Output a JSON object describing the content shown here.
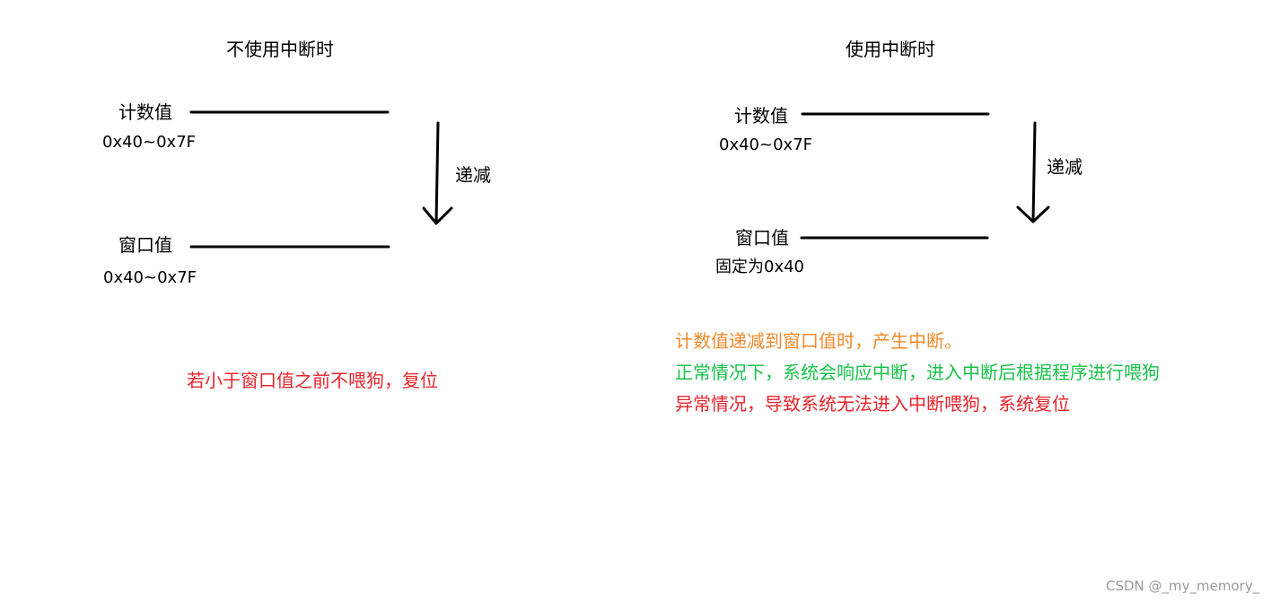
{
  "left": {
    "title": "不使用中断时",
    "counter_label": "计数值",
    "counter_value": "0x40~0x7F",
    "arrow_label": "递减",
    "window_label": "窗口值",
    "window_value": "0x40~0x7F",
    "note": "若小于窗口值之前不喂狗，复位",
    "note_color": "#e8242c"
  },
  "right": {
    "title": "使用中断时",
    "counter_label": "计数值",
    "counter_value": "0x40~0x7F",
    "arrow_label": "递减",
    "window_label": "窗口值",
    "window_value": "固定为0x40",
    "notes": [
      {
        "text": "计数值递减到窗口值时，产生中断。",
        "color": "#f08a2c"
      },
      {
        "text": "正常情况下，系统会响应中断，进入中断后根据程序进行喂狗",
        "color": "#18c24a"
      },
      {
        "text": "异常情况，导致系统无法进入中断喂狗，系统复位",
        "color": "#e8242c"
      }
    ]
  },
  "watermark": "CSDN @_my_memory_"
}
